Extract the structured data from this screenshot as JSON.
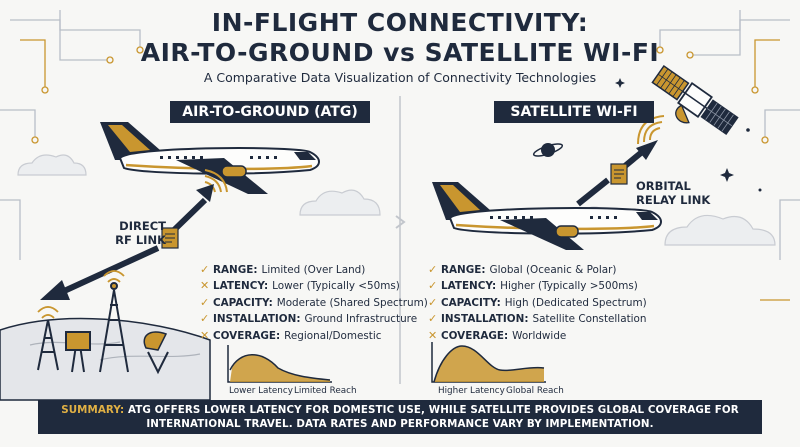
{
  "title_line1": "IN-FLIGHT CONNECTIVITY:",
  "title_line2": "AIR-TO-GROUND vs SATELLITE WI-FI",
  "subtitle": "A Comparative Data Visualization of Connectivity Technologies",
  "colors": {
    "navy": "#1f2a3d",
    "gold": "#c9962f",
    "background": "#f7f7f5"
  },
  "atg": {
    "header": "AIR-TO-GROUND (ATG)",
    "link_label_1": "DIRECT",
    "link_label_2": "RF LINK",
    "features": [
      {
        "key": "RANGE:",
        "value": "Limited (Over Land)",
        "icon": "check-icon"
      },
      {
        "key": "LATENCY:",
        "value": "Lower (Typically <50ms)",
        "icon": "cross-icon"
      },
      {
        "key": "CAPACITY:",
        "value": "Moderate (Shared Spectrum)",
        "icon": "check-icon"
      },
      {
        "key": "INSTALLATION:",
        "value": "Ground Infrastructure",
        "icon": "check-icon"
      },
      {
        "key": "COVERAGE:",
        "value": "Regional/Domestic",
        "icon": "cross-icon"
      }
    ],
    "chart_caption_left": "Lower Latency",
    "chart_caption_right": "Limited Reach"
  },
  "satellite": {
    "header": "SATELLITE WI-FI",
    "link_label_1": "ORBITAL",
    "link_label_2": "RELAY LINK",
    "features": [
      {
        "key": "RANGE:",
        "value": "Global (Oceanic & Polar)",
        "icon": "check-icon"
      },
      {
        "key": "LATENCY:",
        "value": "Higher (Typically >500ms)",
        "icon": "check-icon"
      },
      {
        "key": "CAPACITY:",
        "value": "High (Dedicated Spectrum)",
        "icon": "check-icon"
      },
      {
        "key": "INSTALLATION:",
        "value": "Satellite Constellation",
        "icon": "check-icon"
      },
      {
        "key": "COVERAGE:",
        "value": "Worldwide",
        "icon": "cross-icon"
      }
    ],
    "chart_caption_left": "Higher Latency",
    "chart_caption_right": "Global Reach"
  },
  "summary": {
    "highlight": "SUMMARY:",
    "text": "ATG OFFERS LOWER LATENCY FOR DOMESTIC USE, WHILE SATELLITE PROVIDES GLOBAL COVERAGE FOR INTERNATIONAL TRAVEL. DATA RATES AND PERFORMANCE VARY BY IMPLEMENTATION."
  }
}
